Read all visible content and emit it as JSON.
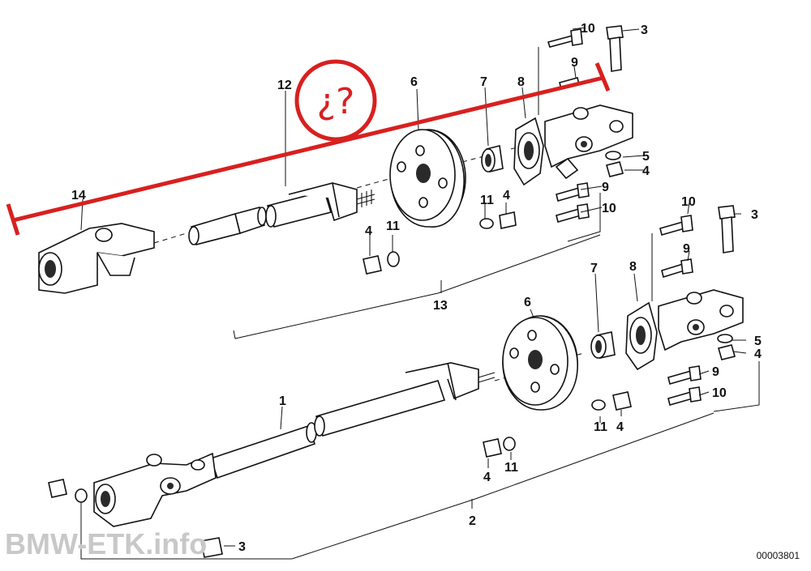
{
  "watermark": "BMW-ETK.info",
  "drawing_number": "00003801",
  "annotation": {
    "mark": "¿?",
    "color": "#d82020"
  },
  "upper_assembly": {
    "callouts": [
      "12",
      "6",
      "7",
      "8",
      "10",
      "3",
      "9",
      "5",
      "4",
      "9",
      "10",
      "14",
      "11",
      "4",
      "4",
      "11",
      "13"
    ]
  },
  "lower_assembly": {
    "callouts": [
      "10",
      "3",
      "9",
      "7",
      "8",
      "6",
      "5",
      "4",
      "9",
      "10",
      "1",
      "11",
      "4",
      "4",
      "11",
      "2",
      "3"
    ]
  }
}
